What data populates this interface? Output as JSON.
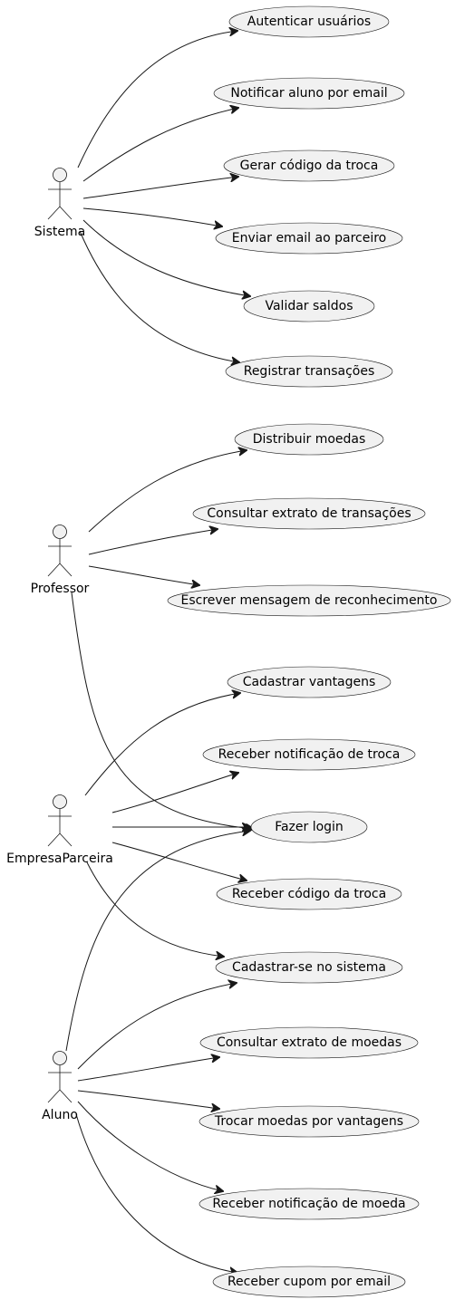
{
  "actors": [
    {
      "id": "sistema",
      "label": "Sistema"
    },
    {
      "id": "professor",
      "label": "Professor"
    },
    {
      "id": "empresa",
      "label": "EmpresaParceira"
    },
    {
      "id": "aluno",
      "label": "Aluno"
    }
  ],
  "use_cases": [
    {
      "id": "autenticar",
      "label": "Autenticar usuários"
    },
    {
      "id": "notificar-aluno",
      "label": "Notificar aluno por email"
    },
    {
      "id": "gerar-codigo",
      "label": "Gerar código da troca"
    },
    {
      "id": "enviar-email",
      "label": "Enviar email ao parceiro"
    },
    {
      "id": "validar-saldos",
      "label": "Validar saldos"
    },
    {
      "id": "registrar-transacoes",
      "label": "Registrar transações"
    },
    {
      "id": "distribuir-moedas",
      "label": "Distribuir moedas"
    },
    {
      "id": "consultar-extrato-transacoes",
      "label": "Consultar extrato de transações"
    },
    {
      "id": "escrever-mensagem",
      "label": "Escrever mensagem de reconhecimento"
    },
    {
      "id": "cadastrar-vantagens",
      "label": "Cadastrar vantagens"
    },
    {
      "id": "receber-notificacao-troca",
      "label": "Receber notificação de troca"
    },
    {
      "id": "fazer-login",
      "label": "Fazer login"
    },
    {
      "id": "receber-codigo-troca",
      "label": "Receber código da troca"
    },
    {
      "id": "cadastrar-se",
      "label": "Cadastrar-se no sistema"
    },
    {
      "id": "consultar-extrato-moedas",
      "label": "Consultar extrato de moedas"
    },
    {
      "id": "trocar-moedas",
      "label": "Trocar moedas por vantagens"
    },
    {
      "id": "receber-notificacao-moeda",
      "label": "Receber notificação de moeda"
    },
    {
      "id": "receber-cupom",
      "label": "Receber cupom por email"
    }
  ],
  "associations": [
    {
      "from": "sistema",
      "to": "autenticar"
    },
    {
      "from": "sistema",
      "to": "notificar-aluno"
    },
    {
      "from": "sistema",
      "to": "gerar-codigo"
    },
    {
      "from": "sistema",
      "to": "enviar-email"
    },
    {
      "from": "sistema",
      "to": "validar-saldos"
    },
    {
      "from": "sistema",
      "to": "registrar-transacoes"
    },
    {
      "from": "professor",
      "to": "distribuir-moedas"
    },
    {
      "from": "professor",
      "to": "consultar-extrato-transacoes"
    },
    {
      "from": "professor",
      "to": "escrever-mensagem"
    },
    {
      "from": "professor",
      "to": "fazer-login"
    },
    {
      "from": "empresa",
      "to": "cadastrar-vantagens"
    },
    {
      "from": "empresa",
      "to": "receber-notificacao-troca"
    },
    {
      "from": "empresa",
      "to": "fazer-login"
    },
    {
      "from": "empresa",
      "to": "receber-codigo-troca"
    },
    {
      "from": "empresa",
      "to": "cadastrar-se"
    },
    {
      "from": "aluno",
      "to": "fazer-login"
    },
    {
      "from": "aluno",
      "to": "cadastrar-se"
    },
    {
      "from": "aluno",
      "to": "consultar-extrato-moedas"
    },
    {
      "from": "aluno",
      "to": "trocar-moedas"
    },
    {
      "from": "aluno",
      "to": "receber-notificacao-moeda"
    },
    {
      "from": "aluno",
      "to": "receber-cupom"
    }
  ]
}
